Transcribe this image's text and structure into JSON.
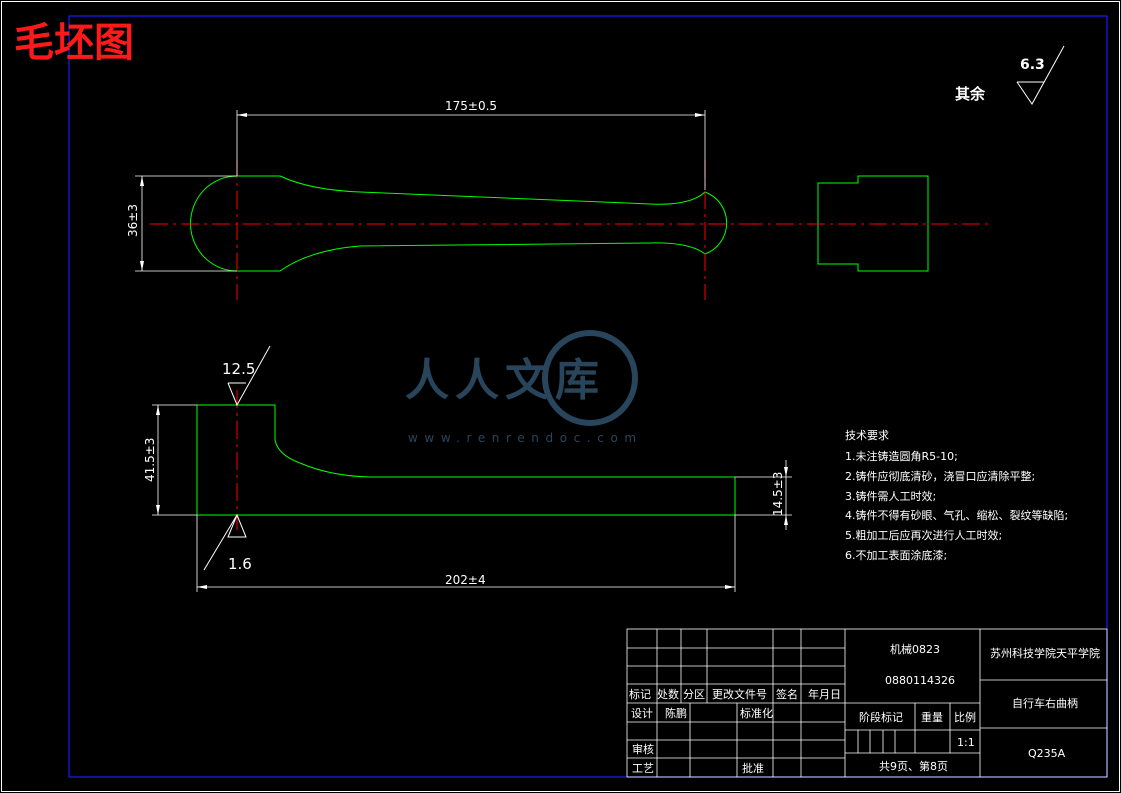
{
  "header": {
    "title": "毛坯图"
  },
  "roughness": {
    "general_label": "其余",
    "general_value": "6.3",
    "top_value": "12.5",
    "bottom_value": "1.6"
  },
  "dimensions": {
    "length_top": "175±0.5",
    "height_left": "36±3",
    "height_side": "41.5±3",
    "thickness_right": "14.5±3",
    "length_bottom": "202±4"
  },
  "watermark": {
    "text": "人人文库",
    "url": "www.renrendoc.com"
  },
  "tech_requirements": {
    "title": "技术要求",
    "items": [
      "1.未注铸造圆角R5-10;",
      "2.铸件应彻底清砂，浇冒口应清除平整;",
      "3.铸件需人工时效;",
      "4.铸件不得有砂眼、气孔、缩松、裂纹等缺陷;",
      "5.粗加工后应再次进行人工时效;",
      "6.不加工表面涂底漆;"
    ]
  },
  "title_block": {
    "class": "机械0823",
    "student_id": "0880114326",
    "school": "苏州科技学院天平学院",
    "part_name": "自行车右曲柄",
    "material": "Q235A",
    "scale": "1:1",
    "pages": "共9页、第8页",
    "headers": {
      "mark": "标记",
      "count": "处数",
      "zone": "分区",
      "doc_no": "更改文件号",
      "sign": "签名",
      "date": "年月日",
      "design": "设计",
      "designer": "陈鹏",
      "standard": "标准化",
      "stage": "阶段标记",
      "weight": "重量",
      "scale_label": "比例",
      "review": "审核",
      "process": "工艺",
      "approve": "批准"
    }
  },
  "colors": {
    "outline": "#00ff00",
    "centerline": "#ff0000",
    "frame": "#0000ff",
    "title": "#ff0000"
  }
}
